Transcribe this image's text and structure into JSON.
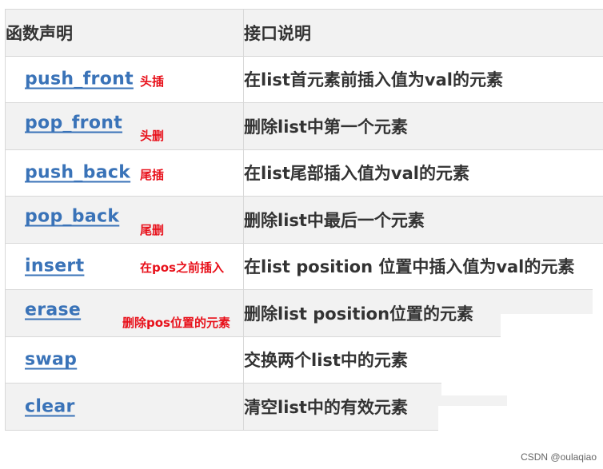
{
  "table": {
    "headers": [
      "函数声明",
      "接口说明"
    ],
    "rows": [
      {
        "func": "push_front",
        "note": "头插",
        "desc": "在list首元素前插入值为val的元素"
      },
      {
        "func": "pop_front",
        "note": "头删",
        "desc": "删除list中第一个元素"
      },
      {
        "func": "push_back",
        "note": "尾插",
        "desc": "在list尾部插入值为val的元素"
      },
      {
        "func": "pop_back",
        "note": "尾删",
        "desc": "删除list中最后一个元素"
      },
      {
        "func": "insert",
        "note": "在pos之前插入",
        "desc": "在list position 位置中插入值为val的元素"
      },
      {
        "func": "erase",
        "note": "删除pos位置的元素",
        "desc": "删除list position位置的元素"
      },
      {
        "func": "swap",
        "note": "",
        "desc": "交换两个list中的元素"
      },
      {
        "func": "clear",
        "note": "",
        "desc": "清空list中的有效元素"
      }
    ]
  },
  "watermark": "CSDN @oulaqiao",
  "colors": {
    "link": "#3a73b8",
    "note": "#e8101a",
    "text": "#333333",
    "row_alt": "#f2f2f2",
    "border": "#d8d8d8"
  }
}
